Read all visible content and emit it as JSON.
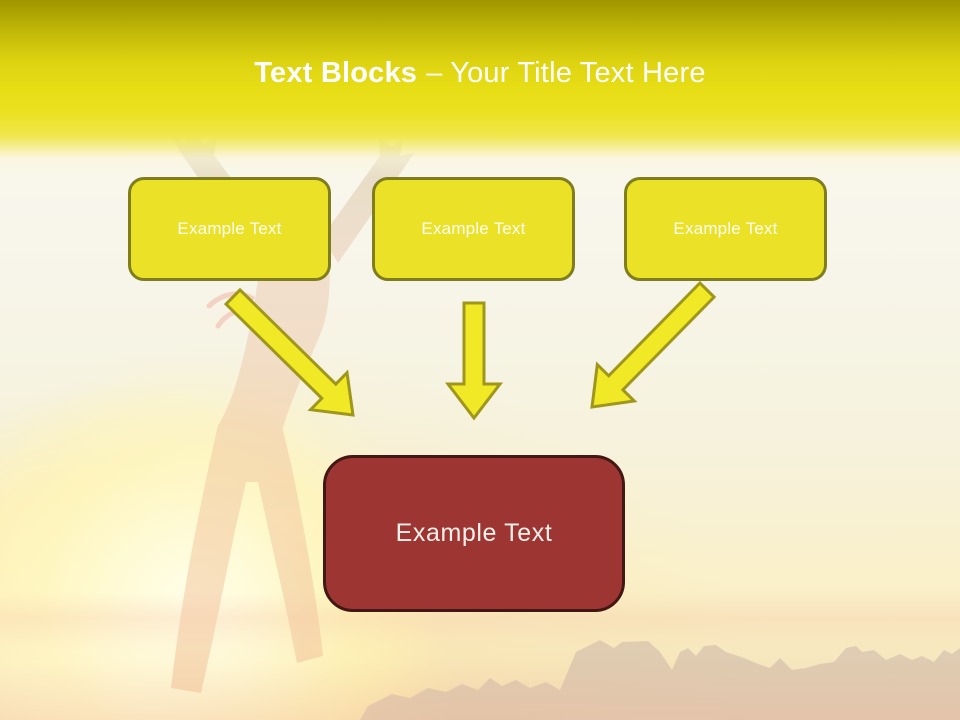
{
  "slide": {
    "title": {
      "bold": "Text Blocks",
      "rest": "– Your Title Text Here"
    },
    "top_boxes": [
      {
        "label": "Example Text"
      },
      {
        "label": "Example Text"
      },
      {
        "label": "Example Text"
      }
    ],
    "bottom_box": {
      "label": "Example Text"
    },
    "arrows": [
      {
        "icon": "arrow-down-right-icon"
      },
      {
        "icon": "arrow-down-icon"
      },
      {
        "icon": "arrow-down-left-icon"
      }
    ],
    "background": {
      "description_icons": [
        "sun-glow",
        "person-silhouette",
        "mountain-silhouette"
      ]
    },
    "colors": {
      "band_yellow": "#e8de16",
      "block_yellow": "#ebe227",
      "block_yellow_border": "#7f7d1c",
      "arrow_yellow": "#f1e925",
      "arrow_border": "#9f961c",
      "summary_red": "#9d3633",
      "summary_red_border": "#431713",
      "title_text": "#ffffff"
    }
  }
}
